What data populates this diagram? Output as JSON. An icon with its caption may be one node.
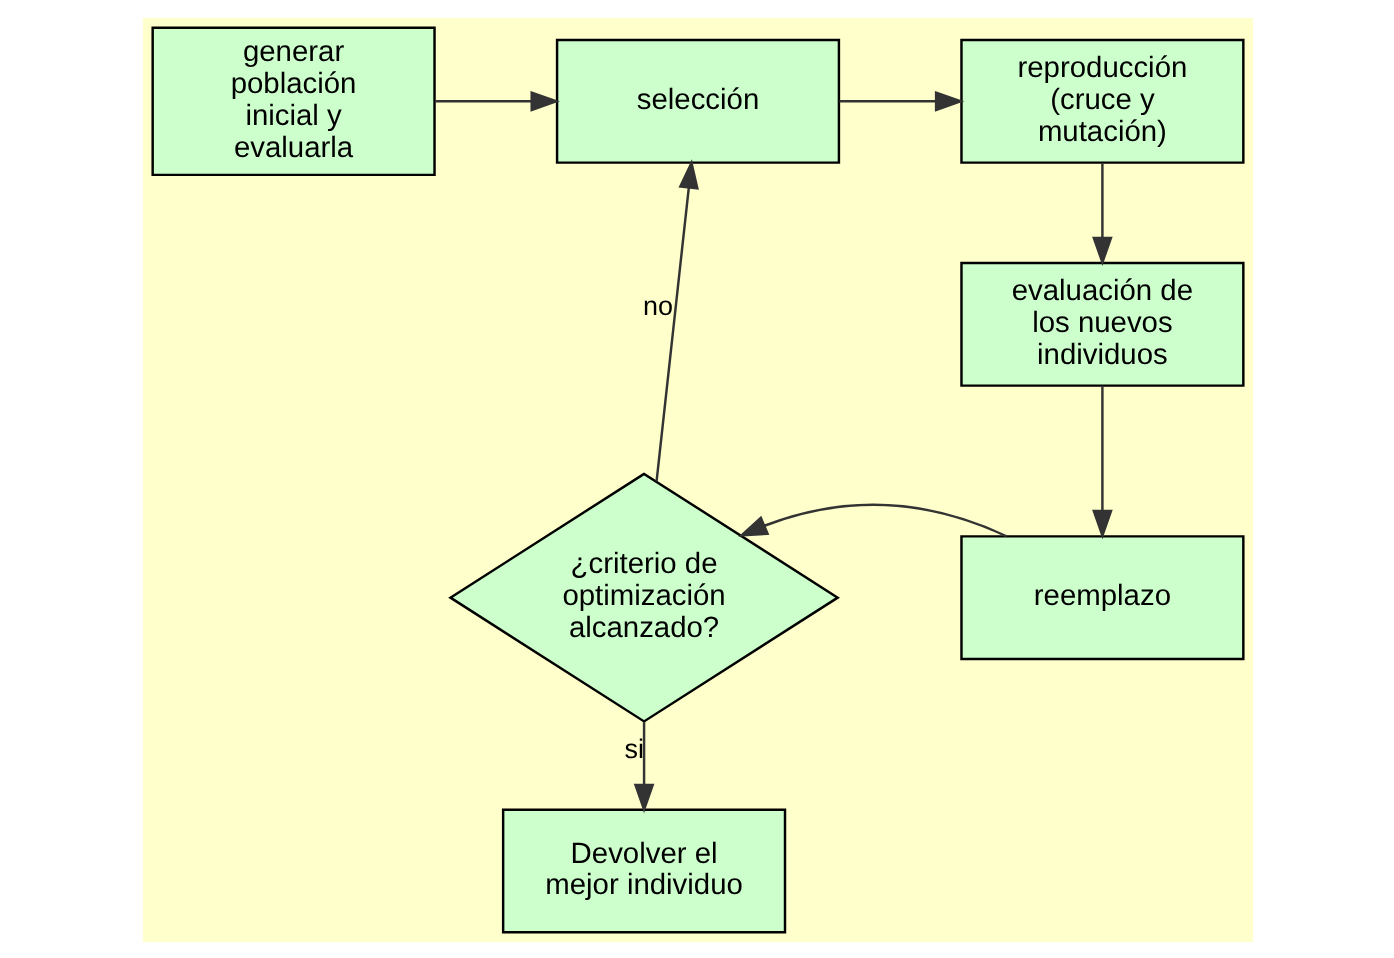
{
  "diagram": {
    "nodes": [
      {
        "text": [
          "generar población inicial y evaluarla"
        ]
      },
      {
        "text": [
          "selección"
        ]
      },
      {
        "text": [
          "reproducción (cruce y mutación)"
        ]
      },
      {
        "text": [
          "evaluación de los nuevos individuos"
        ]
      },
      {
        "text": [
          "reemplazo"
        ]
      },
      {
        "text": [
          "¿criterio de optimización alcanzado?"
        ]
      },
      {
        "text": [
          "Devolver el mejor individuo"
        ]
      }
    ],
    "edges": [
      {
        "from": 0,
        "to": 1,
        "arrow": "to"
      },
      {
        "from": 1,
        "to": 2,
        "arrow": "to"
      },
      {
        "from": 2,
        "to": 3,
        "arrow": "to"
      },
      {
        "from": 3,
        "to": 4,
        "arrow": "to"
      },
      {
        "from": 4,
        "to": 5,
        "arrow": "to"
      },
      {
        "from": 5,
        "to": 1,
        "label": "no",
        "arrow": "to"
      },
      {
        "from": 5,
        "to": 6,
        "label": "si",
        "arrow": "to"
      }
    ]
  }
}
